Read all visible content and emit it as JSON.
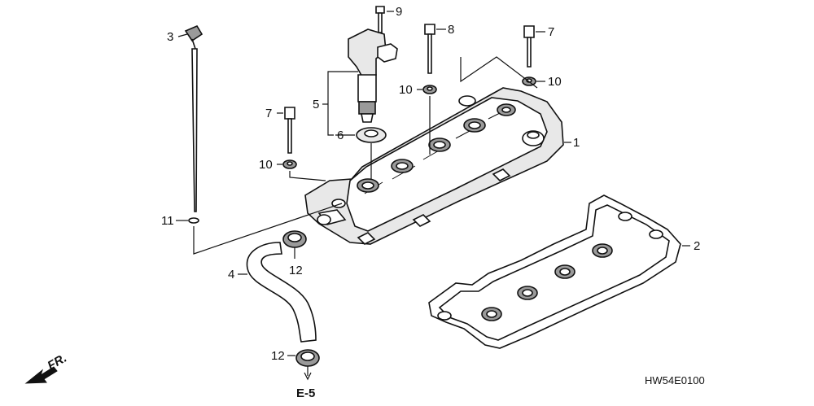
{
  "callouts": {
    "c1": "1",
    "c2": "2",
    "c3": "3",
    "c4": "4",
    "c5": "5",
    "c6": "6",
    "c7a": "7",
    "c7b": "7",
    "c8": "8",
    "c9": "9",
    "c10a": "10",
    "c10b": "10",
    "c10c": "10",
    "c11": "11",
    "c12a": "12",
    "c12b": "12"
  },
  "reference": "E-5",
  "front_label": "FR.",
  "diagram_code": "HW54E0100"
}
